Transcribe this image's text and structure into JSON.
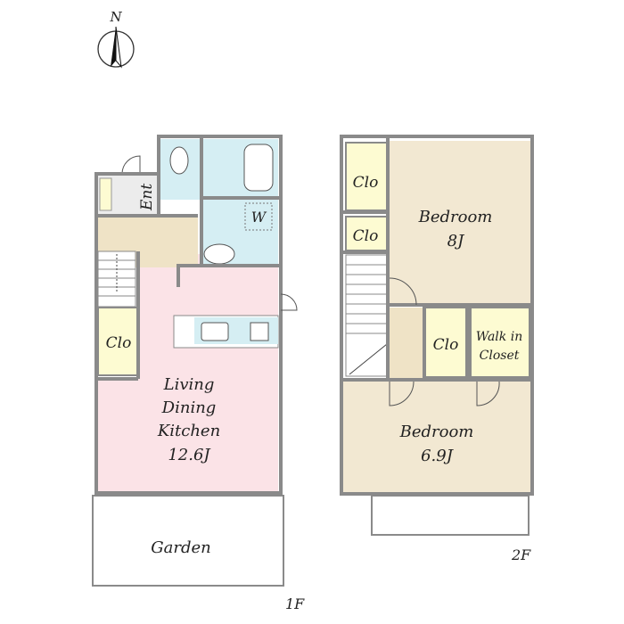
{
  "compass": {
    "label": "N"
  },
  "floor1": {
    "label": "1F",
    "rooms": {
      "entrance": "Ent",
      "washer": "W",
      "closet": "Clo",
      "ldk_line1": "Living",
      "ldk_line2": "Dining",
      "ldk_line3": "Kitchen",
      "ldk_size": "12.6J",
      "garden": "Garden"
    }
  },
  "floor2": {
    "label": "2F",
    "rooms": {
      "closet_1": "Clo",
      "closet_2": "Clo",
      "closet_3": "Clo",
      "bedroom_1": "Bedroom",
      "bedroom_1_size": "8J",
      "walk_in_1": "Walk in",
      "walk_in_2": "Closet",
      "bedroom_2": "Bedroom",
      "bedroom_2_size": "6.9J"
    }
  },
  "colors": {
    "ldk": "#fbe3e7",
    "wet": "#d5eef3",
    "closet": "#fdfbd2",
    "bedroom": "#f2e8d2",
    "hall": "#efe3c6",
    "wall": "#8a8a8a"
  }
}
